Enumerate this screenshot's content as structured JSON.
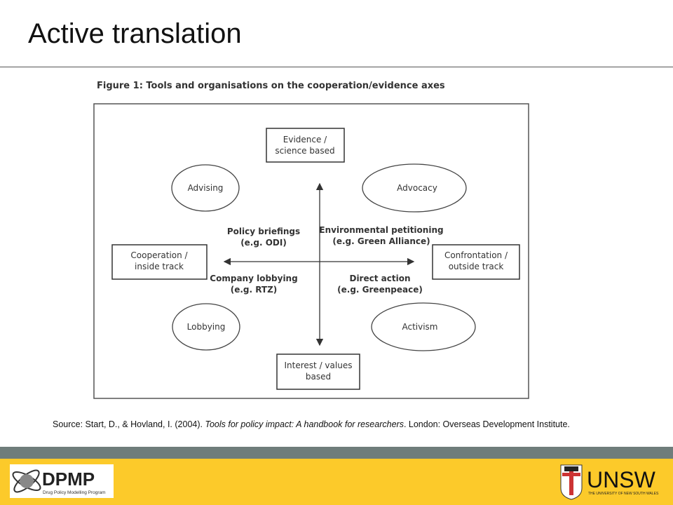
{
  "slide": {
    "title": "Active translation"
  },
  "figure": {
    "caption": "Figure 1: Tools and organisations on the cooperation/evidence axes",
    "axes": {
      "top": [
        "Evidence /",
        "science based"
      ],
      "bottom": [
        "Interest / values",
        "based"
      ],
      "left": [
        "Cooperation /",
        "inside track"
      ],
      "right": [
        "Confrontation /",
        "outside track"
      ]
    },
    "quadrants": [
      "Advising",
      "Advocacy",
      "Lobbying",
      "Activism"
    ],
    "examples": {
      "top_left": [
        "Policy briefings",
        "(e.g. ODI)"
      ],
      "top_right": [
        "Environmental petitioning",
        "(e.g. Green Alliance)"
      ],
      "bottom_left": [
        "Company lobbying",
        "(e.g. RTZ)"
      ],
      "bottom_right": [
        "Direct action",
        "(e.g. Greenpeace)"
      ]
    }
  },
  "source": {
    "prefix": "Source: Start, D., & Hovland, I. (2004). ",
    "title": "Tools for policy impact: A handbook for researchers",
    "suffix": ". London: Overseas Development Institute."
  },
  "footer": {
    "left_logo": {
      "text": "DPMP",
      "subtitle": "Drug Policy Modelling Program"
    },
    "right_logo": {
      "text": "UNSW",
      "subtitle": "THE UNIVERSITY OF NEW SOUTH WALES"
    },
    "colors": {
      "band": "#6f7d7b",
      "yellow": "#fcca2a"
    }
  }
}
